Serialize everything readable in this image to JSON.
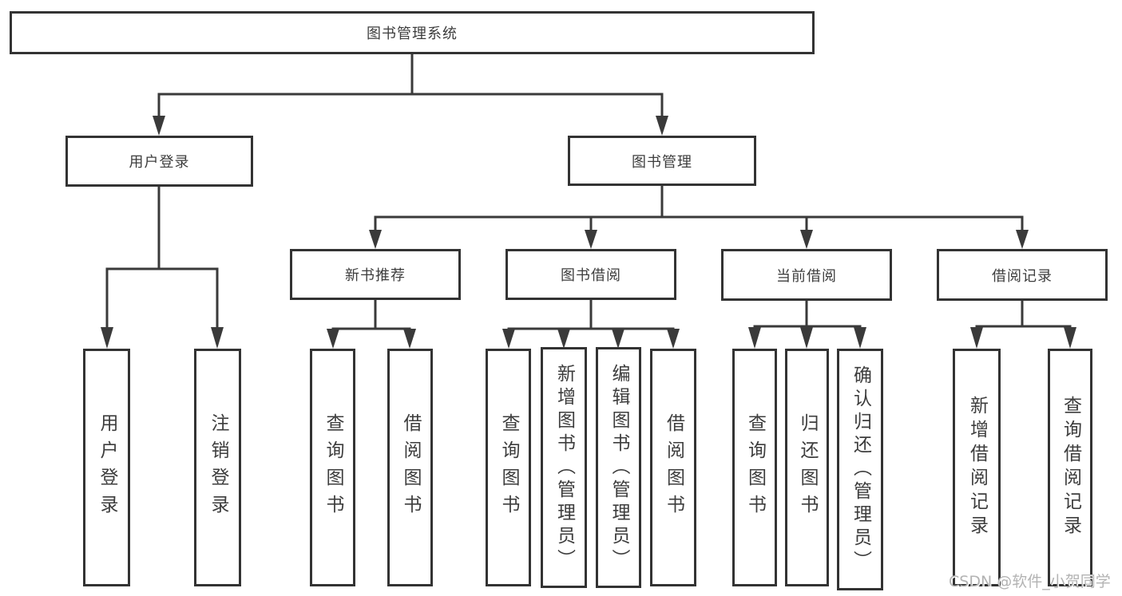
{
  "tree": {
    "root": {
      "label": "图书管理系统"
    },
    "login": {
      "label": "用户登录",
      "children": [
        {
          "label": "用户登录"
        },
        {
          "label": "注销登录"
        }
      ]
    },
    "mgmt": {
      "label": "图书管理",
      "children": [
        {
          "label": "新书推荐",
          "children": [
            {
              "label": "查询图书"
            },
            {
              "label": "借阅图书"
            }
          ]
        },
        {
          "label": "图书借阅",
          "children": [
            {
              "label": "查询图书"
            },
            {
              "label": "新增图书（管理员）"
            },
            {
              "label": "编辑图书（管理员）"
            },
            {
              "label": "借阅图书"
            }
          ]
        },
        {
          "label": "当前借阅",
          "children": [
            {
              "label": "查询图书"
            },
            {
              "label": "归还图书"
            },
            {
              "label": "确认归还（管理员）"
            }
          ]
        },
        {
          "label": "借阅记录",
          "children": [
            {
              "label": "新增借阅记录"
            },
            {
              "label": "查询借阅记录"
            }
          ]
        }
      ]
    }
  },
  "watermark": {
    "text": "CSDN @软件_小贺同学"
  },
  "colors": {
    "line": "#3a3a3a",
    "box_border": "#333333",
    "text": "#3d3d3d",
    "watermark": "#b3b3b3",
    "background": "#ffffff"
  }
}
